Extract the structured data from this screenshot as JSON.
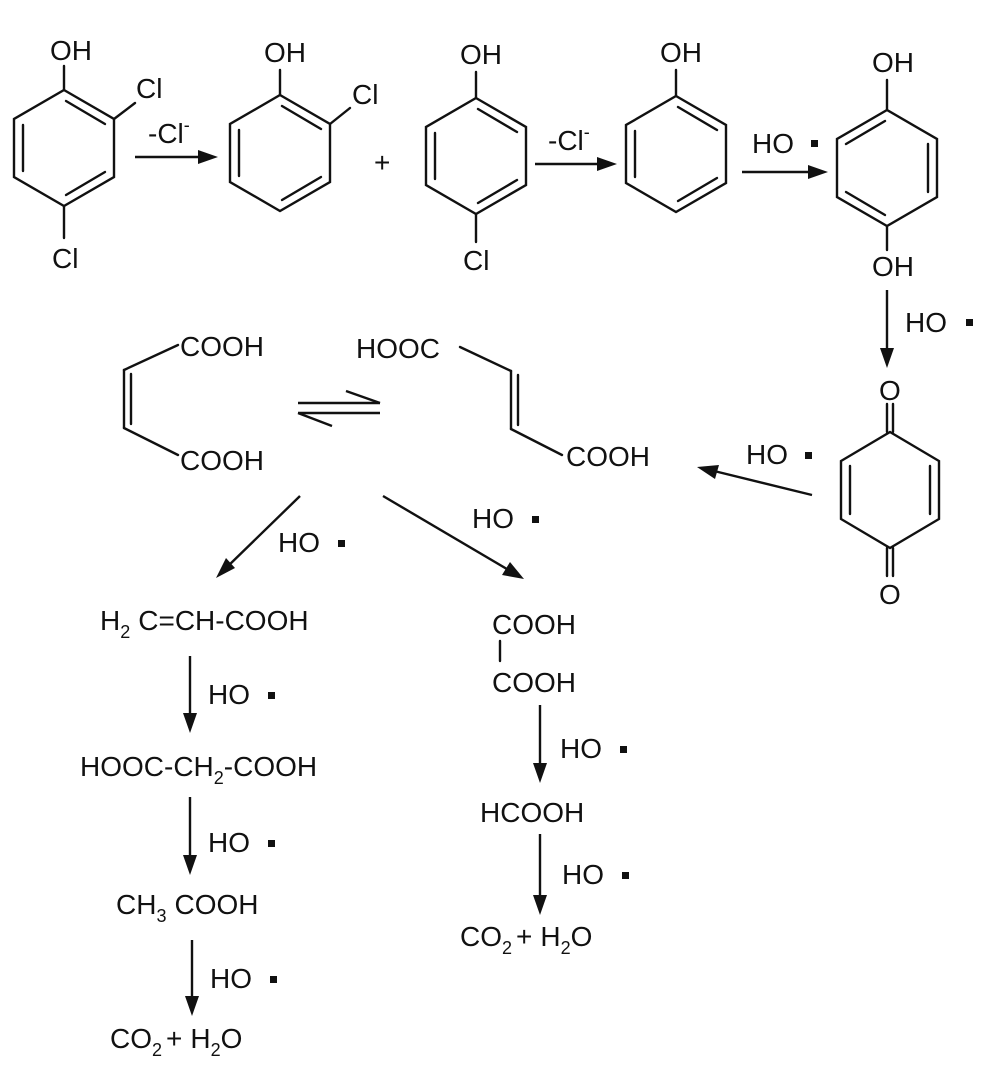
{
  "molecules": {
    "dcp_24": {
      "oh": "OH",
      "cl_ortho": "Cl",
      "cl_para": "Cl"
    },
    "cp_2": {
      "oh": "OH",
      "cl": "Cl"
    },
    "plus": "+",
    "cp_4": {
      "oh": "OH",
      "cl": "Cl"
    },
    "phenol": {
      "oh": "OH"
    },
    "hydroquinone": {
      "oh_top": "OH",
      "oh_bottom": "OH"
    },
    "benzoquinone": {
      "o_top": "O",
      "o_bottom": "O"
    },
    "maleic_acid": {
      "cooh_top": "COOH",
      "cooh_bottom": "COOH"
    },
    "fumaric_acid": {
      "cooh_left": "HOOC",
      "cooh_right": "COOH"
    },
    "acrylic_acid": {
      "h": "H",
      "sub": "2",
      "rest": "C=CH-COOH"
    },
    "malonic_acid": {
      "pre": "HOOC-CH",
      "sub": "2",
      "post": "-COOH"
    },
    "acetic_acid": {
      "ch": "CH",
      "sub": "3",
      "rest": "COOH"
    },
    "oxalic_acid": {
      "top": "COOH",
      "bottom": "COOH"
    },
    "formic_acid": "HCOOH",
    "final_left": {
      "co": "CO",
      "co_sub": "2",
      "plus": "+",
      "h": "H",
      "h_sub": "2",
      "o": "O"
    },
    "final_right": {
      "co": "CO",
      "co_sub": "2",
      "plus": "+",
      "h": "H",
      "h_sub": "2",
      "o": "O"
    }
  },
  "arrow_labels": {
    "dechlorination_1": "-Cl",
    "dechlorination_2": "-Cl",
    "charge": "-",
    "radical": "HO",
    "radical_count": 10
  }
}
